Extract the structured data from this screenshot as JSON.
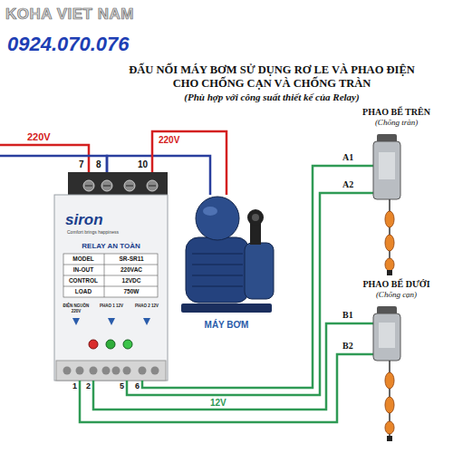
{
  "diagram": {
    "title": "ĐẤU NỐI MÁY BƠM SỬ DỤNG RƠ LE VÀ PHAO ĐIỆN CHO CHỐNG CẠN VÀ CHỐNG TRÀN",
    "nodes": [
      {
        "text": [
          "siron",
          "Comfort brings happiness",
          "RELAY AN TOÀN",
          "MODEL",
          "SR-SR11",
          "IN-OUT",
          "220VAC",
          "CONTROL",
          "12VDC",
          "LOAD",
          "750W",
          "ĐIỆN NGUỒN 220V",
          "PHAO 1 12V",
          "PHAO 2 12V"
        ]
      },
      {
        "text": [
          "MÁY BƠM"
        ]
      },
      {
        "text": [
          "PHAO BỂ TRÊN",
          "(Chống tràn)"
        ]
      },
      {
        "text": [
          "PHAO BỂ DƯỚI",
          "(Chống cạn)"
        ]
      }
    ],
    "edges": [
      {
        "from": 0,
        "to": 1,
        "arrow": "none"
      },
      {
        "from": 0,
        "to": 1,
        "label": "220V",
        "arrow": "none"
      },
      {
        "from": 0,
        "to": 2,
        "arrow": "none"
      },
      {
        "from": 0,
        "to": 2,
        "arrow": "none"
      },
      {
        "from": 0,
        "to": 3,
        "label": "12V",
        "arrow": "none"
      },
      {
        "from": 0,
        "to": 3,
        "arrow": "none"
      }
    ],
    "labels": [
      "KOHA VIET NAM",
      "0924.070.076",
      "(Phù hợp với công suất thiết kế của Relay)",
      "220V",
      "7",
      "8",
      "10",
      "1",
      "2",
      "5",
      "6",
      "A1",
      "A2",
      "B1",
      "B2"
    ]
  }
}
